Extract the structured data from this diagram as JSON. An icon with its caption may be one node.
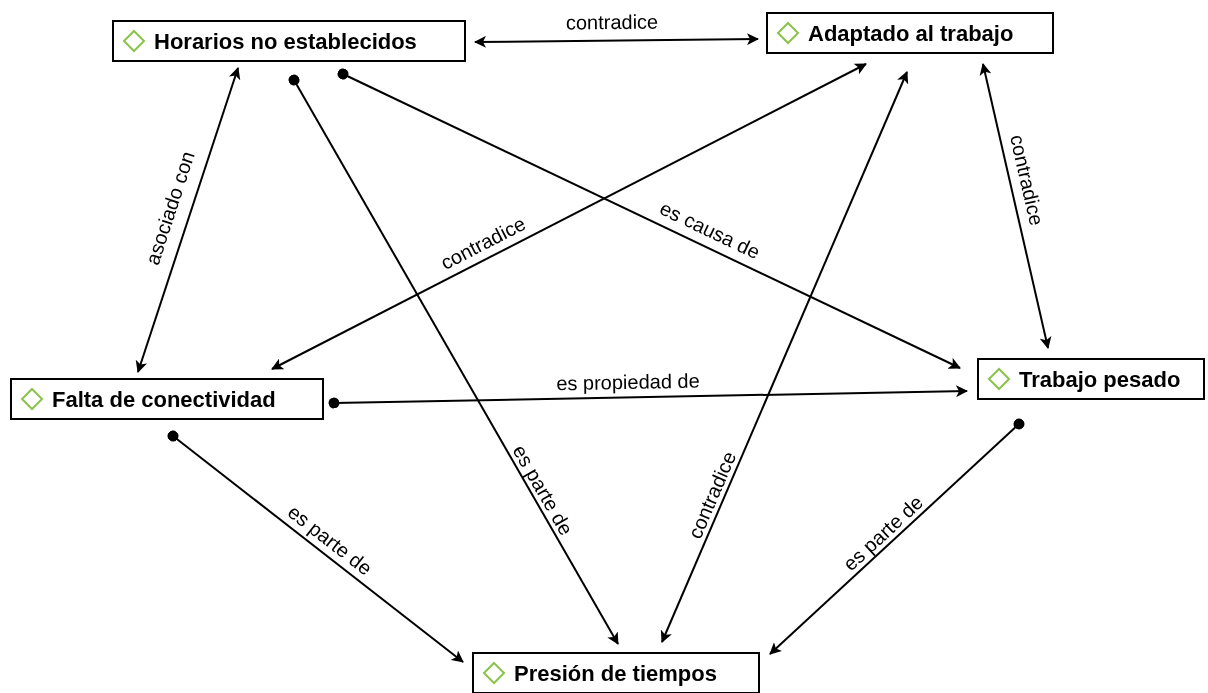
{
  "diagram": {
    "nodes": [
      {
        "text": [
          "Horarios no establecidos"
        ]
      },
      {
        "text": [
          "Adaptado al trabajo"
        ]
      },
      {
        "text": [
          "Falta de conectividad"
        ]
      },
      {
        "text": [
          "Trabajo pesado"
        ]
      },
      {
        "text": [
          "Presión de tiempos"
        ]
      }
    ],
    "edges": [
      {
        "from": 0,
        "to": 1,
        "arrow": "both",
        "label": "contradice"
      },
      {
        "from": 2,
        "to": 0,
        "arrow": "both",
        "label": "asociado con"
      },
      {
        "from": 0,
        "to": 4,
        "arrow": "to",
        "label": "es parte de"
      },
      {
        "from": 0,
        "to": 3,
        "arrow": "to",
        "label": "es causa de"
      },
      {
        "from": 1,
        "to": 2,
        "arrow": "both",
        "label": "contradice"
      },
      {
        "from": 1,
        "to": 4,
        "arrow": "both",
        "label": "contradice"
      },
      {
        "from": 1,
        "to": 3,
        "arrow": "both",
        "label": "contradice"
      },
      {
        "from": 2,
        "to": 3,
        "arrow": "to",
        "label": "es propiedad de"
      },
      {
        "from": 2,
        "to": 4,
        "arrow": "to",
        "label": "es parte de"
      },
      {
        "from": 3,
        "to": 4,
        "arrow": "to",
        "label": "es parte de"
      }
    ]
  }
}
